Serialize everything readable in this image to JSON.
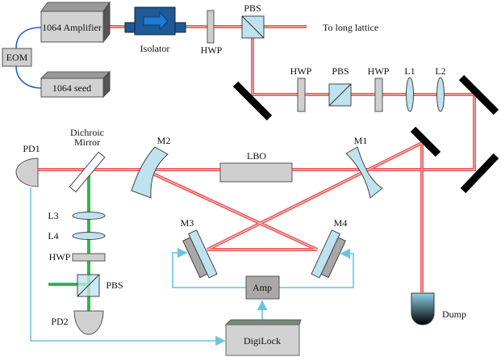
{
  "labels": {
    "amplifier": "1064 Amplifier",
    "seed": "1064 seed",
    "eom": "EOM",
    "isolator": "Isolator",
    "hwp_top": "HWP",
    "pbs_top": "PBS",
    "long_lattice": "To long lattice",
    "hwp1": "HWP",
    "pbs_mid": "PBS",
    "hwp2": "HWP",
    "l1": "L1",
    "l2": "L2",
    "pd1": "PD1",
    "dichroic_1": "Dichroic",
    "dichroic_2": "Mirror",
    "m2": "M2",
    "lbo": "LBO",
    "m1": "M1",
    "m3": "M3",
    "m4": "M4",
    "l3": "L3",
    "l4": "L4",
    "hwp3": "HWP",
    "pbs_bottom": "PBS",
    "pd2": "PD2",
    "amp": "Amp",
    "digilock": "DigiLock",
    "dump": "Dump"
  },
  "colors": {
    "ir_beam": "#e83a3a",
    "green_beam": "#2cb84a",
    "signal": "#6cc3de",
    "cable": "#1f63c8",
    "optic": "#bfe3ee",
    "isolator": "#1d5a96"
  }
}
